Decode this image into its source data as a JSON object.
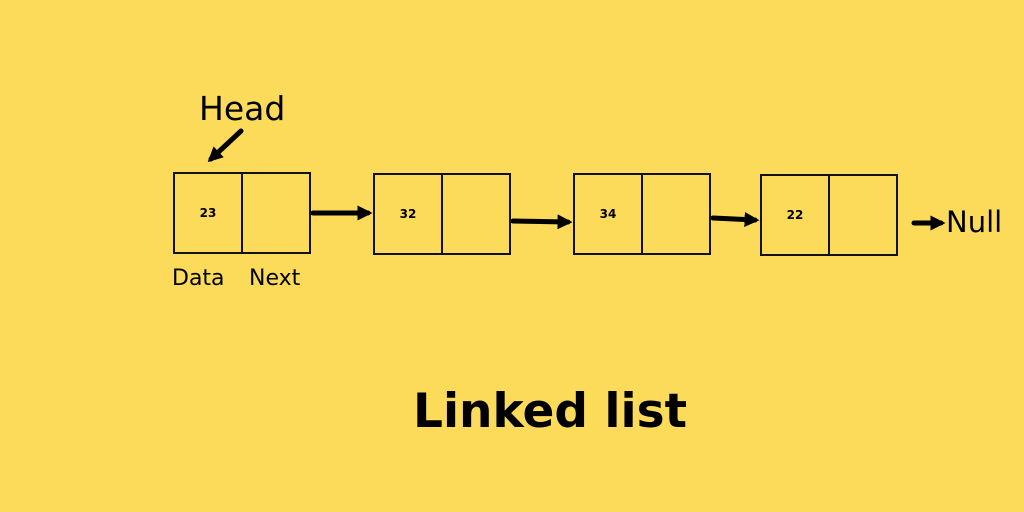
{
  "head_label": "Head",
  "field_labels": {
    "data": "Data",
    "next": "Next"
  },
  "nodes": [
    {
      "data": "23",
      "next": ""
    },
    {
      "data": "32",
      "next": ""
    },
    {
      "data": "34",
      "next": ""
    },
    {
      "data": "22",
      "next": ""
    }
  ],
  "null_label": "Null",
  "title": "Linked list"
}
